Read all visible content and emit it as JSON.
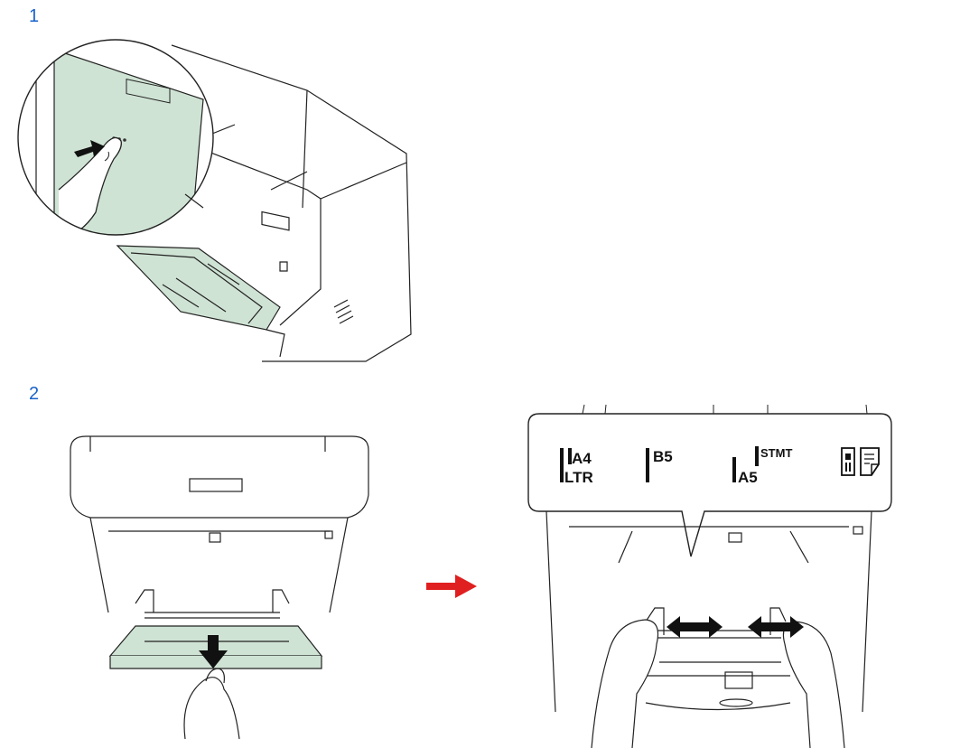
{
  "steps": [
    {
      "number": "1"
    },
    {
      "number": "2"
    }
  ],
  "size_guide": {
    "labels": [
      "A4",
      "LTR",
      "B5",
      "STMT",
      "A5"
    ]
  },
  "colors": {
    "step_number": "#1a63c9",
    "tray_fill": "#cfe3d4",
    "arrow_red": "#e02020",
    "line": "#222222"
  },
  "icons": [
    "press-finger-icon",
    "pull-down-arrow-icon",
    "next-step-arrow-icon",
    "slide-guide-arrow-icon",
    "paper-orientation-icon"
  ]
}
